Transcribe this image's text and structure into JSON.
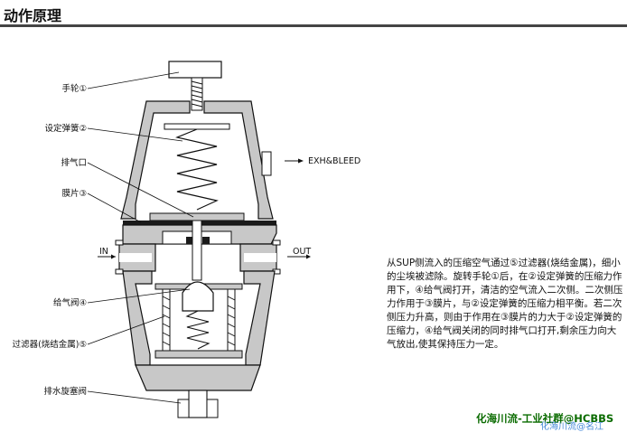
{
  "header": {
    "title": "动作原理"
  },
  "labels": {
    "handwheel": "手轮①",
    "spring": "设定弹簧②",
    "exhaust": "排气口",
    "diaphragm": "膜片③",
    "supply_valve": "给气阀④",
    "filter": "过滤器(烧结金属)⑤",
    "drain": "排水旋塞阀",
    "exh_bleed": "EXH&BLEED",
    "in": "IN",
    "out": "OUT"
  },
  "description": "从SUP侧流入的压缩空气通过⑤过滤器(烧结金属)，细小的尘埃被滤除。旋转手轮①后，在②设定弹簧的压缩力作用下，④给气阀打开，清洁的空气流入二次侧。二次侧压力作用于③膜片，与②设定弹簧的压缩力相平衡。若二次侧压力升高，则由于作用在③膜片的力大于②设定弹簧的压缩力，④给气阀关闭的同时排气口打开,剩余压力向大气放出,使其保持压力一定。",
  "watermark": {
    "primary": "化海川流-工业社群@HCBBS",
    "secondary": "化海川流@名江"
  },
  "colors": {
    "body_gray": "#c8c8c8",
    "dark_gray": "#555555",
    "diaphragm": "#1a1a1a"
  }
}
